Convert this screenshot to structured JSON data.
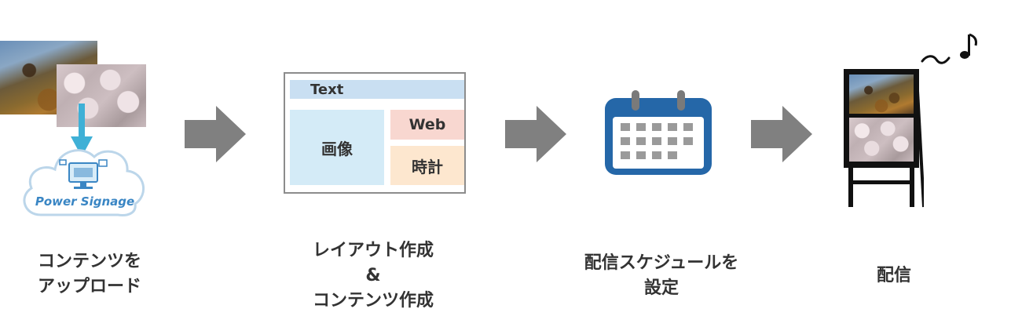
{
  "steps": [
    {
      "caption_line1": "コンテンツを",
      "caption_line2": "アップロード",
      "logo_text": "Power Signage"
    },
    {
      "zones": {
        "text": "Text",
        "image": "画像",
        "web": "Web",
        "clock": "時計"
      },
      "caption_line1": "レイアウト作成",
      "caption_line2": "&",
      "caption_line3": "コンテンツ作成"
    },
    {
      "caption_line1": "配信スケジュールを",
      "caption_line2": "設定"
    },
    {
      "caption_line1": "配信"
    }
  ],
  "colors": {
    "arrow": "#808080",
    "calendar": "#2567a8",
    "upload_arrow": "#3fb0d6",
    "text_zone": "#c9dff2",
    "image_zone": "#d4ebf7",
    "web_zone": "#f8d7d0",
    "clock_zone": "#fde7cf"
  },
  "icons": [
    "photo-icon",
    "cloud-icon",
    "monitor-icon",
    "arrow-right-icon",
    "calendar-icon",
    "signboard-icon",
    "music-note-icon"
  ]
}
